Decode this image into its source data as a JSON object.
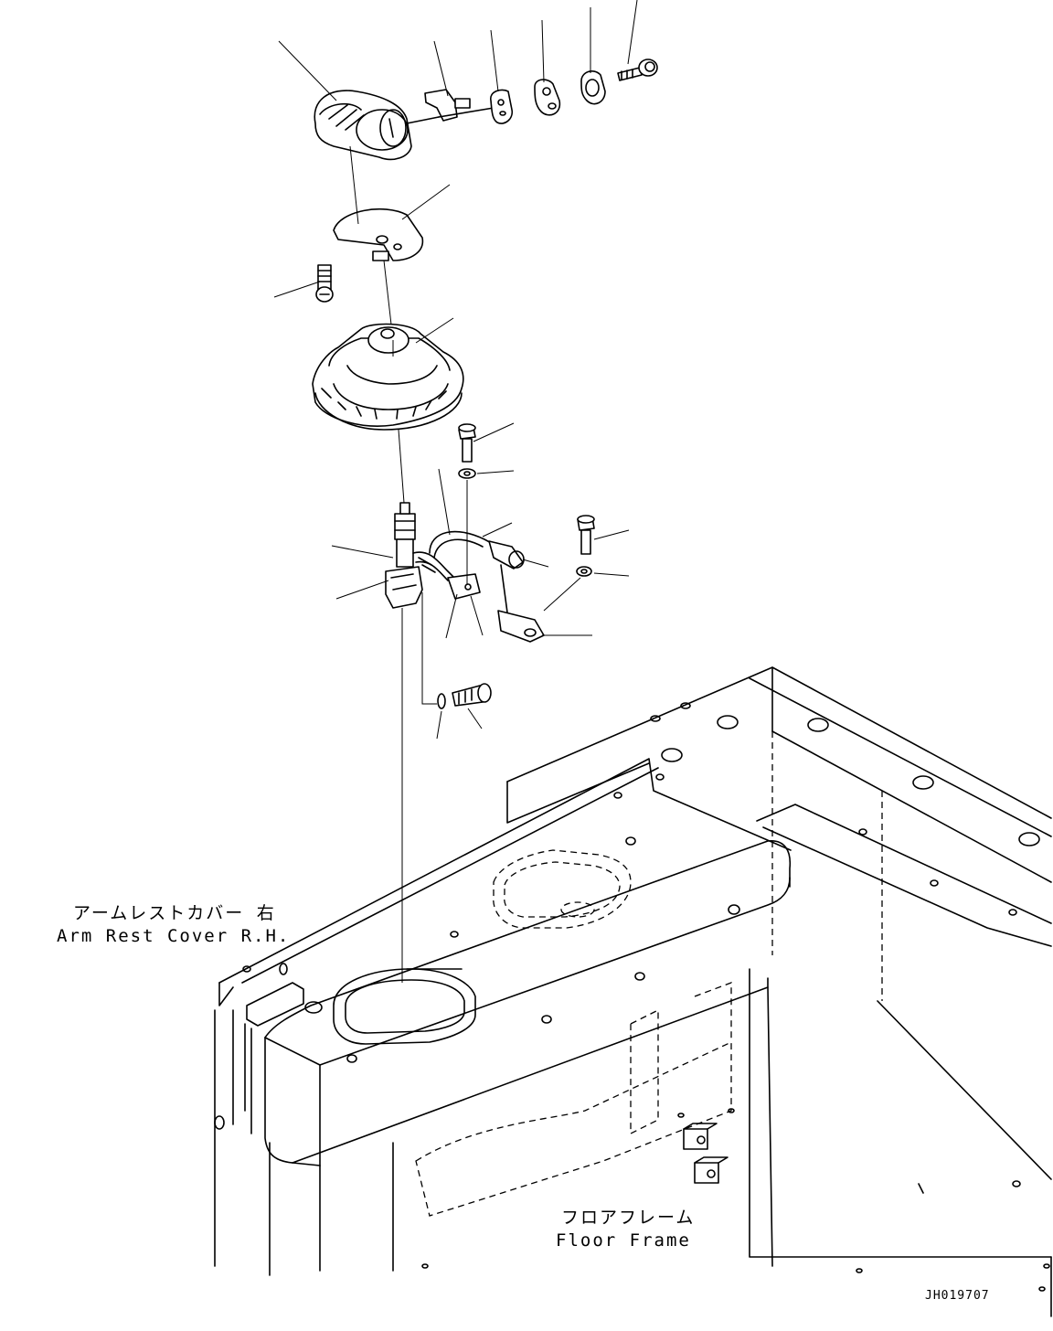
{
  "labels": {
    "arm_rest_cover_jp": "アームレストカバー 右",
    "arm_rest_cover_en": "Arm Rest Cover R.H.",
    "floor_frame_jp": "フロアフレーム",
    "floor_frame_en": "Floor Frame"
  },
  "drawing_code": "JH019707"
}
